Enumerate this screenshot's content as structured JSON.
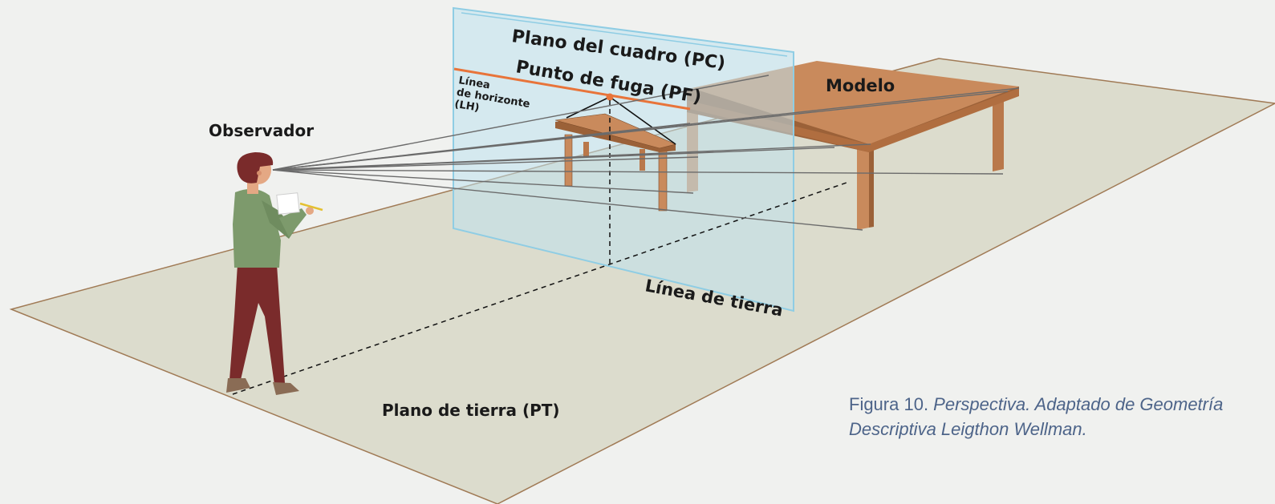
{
  "labels": {
    "picture_plane": "Plano del cuadro (PC)",
    "vanishing_point": "Punto de fuga (PF)",
    "horizon_line_1": "Línea",
    "horizon_line_2": "de horizonte",
    "horizon_line_3": "(LH)",
    "model": "Modelo",
    "observer": "Observador",
    "ground_line": "Línea de tierra",
    "ground_plane": "Plano de tierra (PT)"
  },
  "caption": {
    "prefix": "Figura 10. ",
    "text": "Perspectiva. Adaptado de Geometría Descriptiva Leigthon Wellman."
  },
  "colors": {
    "background": "#f0f1ef",
    "ground_plane": "#dcdccd",
    "ground_plane_edge": "#a07a55",
    "picture_plane": "#bfe2ef",
    "picture_plane_edge": "#8fcde4",
    "horizon_line": "#e8743a",
    "table": "#c98a5c",
    "table_dark": "#9b6138",
    "observer_shirt": "#7d9a6c",
    "observer_pants": "#7a2b2b",
    "caption": "#4d6489"
  }
}
